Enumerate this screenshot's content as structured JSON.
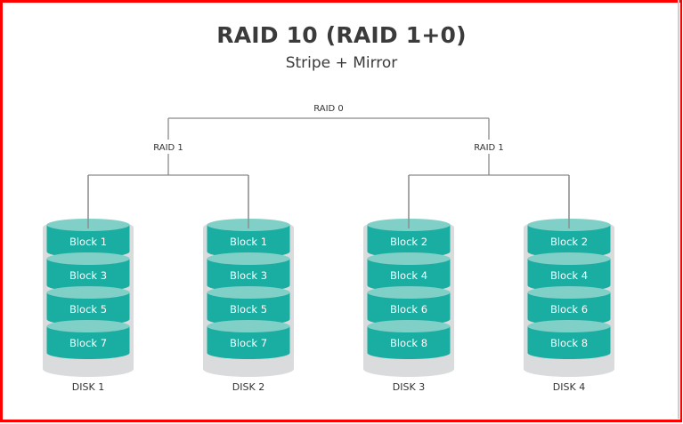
{
  "title": "RAID 10 (RAID 1+0)",
  "subtitle": "Stripe + Mirror",
  "colors": {
    "frame": "#ff0000",
    "line": "#8a8a8a",
    "disk_casing": "#dadbdc",
    "block_body": "#1aada1",
    "block_top": "#80d0c8",
    "text_dark": "#333333",
    "text_light": "#ffffff"
  },
  "tree": {
    "root": {
      "label": "RAID 0"
    },
    "mirrors": [
      {
        "label": "RAID 1",
        "disks": [
          0,
          1
        ]
      },
      {
        "label": "RAID 1",
        "disks": [
          2,
          3
        ]
      }
    ]
  },
  "disks": [
    {
      "label": "DISK 1",
      "blocks": [
        "Block 1",
        "Block 3",
        "Block 5",
        "Block 7"
      ]
    },
    {
      "label": "DISK 2",
      "blocks": [
        "Block 1",
        "Block 3",
        "Block 5",
        "Block 7"
      ]
    },
    {
      "label": "DISK 3",
      "blocks": [
        "Block 2",
        "Block 4",
        "Block 6",
        "Block 8"
      ]
    },
    {
      "label": "DISK 4",
      "blocks": [
        "Block 2",
        "Block 4",
        "Block 6",
        "Block 8"
      ]
    }
  ]
}
